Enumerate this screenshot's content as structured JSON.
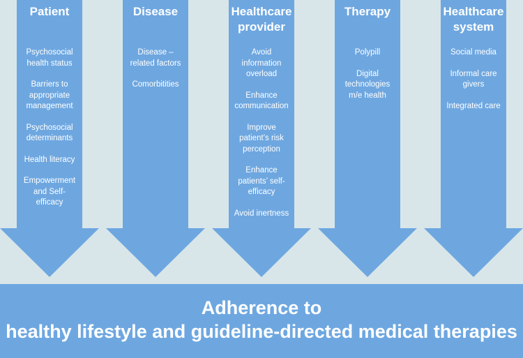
{
  "colors": {
    "background": "#d8e6e9",
    "arrow": "#6ea7e0",
    "text": "#ffffff"
  },
  "columns": [
    {
      "id": "patient",
      "title": "Patient",
      "items": [
        "Psychosocial\nhealth status",
        "Barriers to\nappropriate\nmanagement",
        "Psychosocial\ndeterminants",
        "Health literacy",
        "Empowerment\nand Self-\nefficacy"
      ]
    },
    {
      "id": "disease",
      "title": "Disease",
      "items": [
        "Disease –\nrelated factors",
        "Comorbitities"
      ]
    },
    {
      "id": "healthcare-provider",
      "title": "Healthcare\nprovider",
      "items": [
        "Avoid\ninformation\noverload",
        "Enhance\ncommunication",
        "Improve\npatient’s risk\nperception",
        "Enhance\npatients’ self-\nefficacy",
        "Avoid inertness"
      ]
    },
    {
      "id": "therapy",
      "title": "Therapy",
      "items": [
        "Polypill",
        "Digital\ntechnologies\nm/e health"
      ]
    },
    {
      "id": "healthcare-system",
      "title": "Healthcare\nsystem",
      "items": [
        "Social media",
        "Informal care\ngivers",
        "Integrated care"
      ]
    }
  ],
  "outcome": {
    "line1": "Adherence to",
    "line2": "healthy lifestyle and guideline-directed medical therapies"
  }
}
